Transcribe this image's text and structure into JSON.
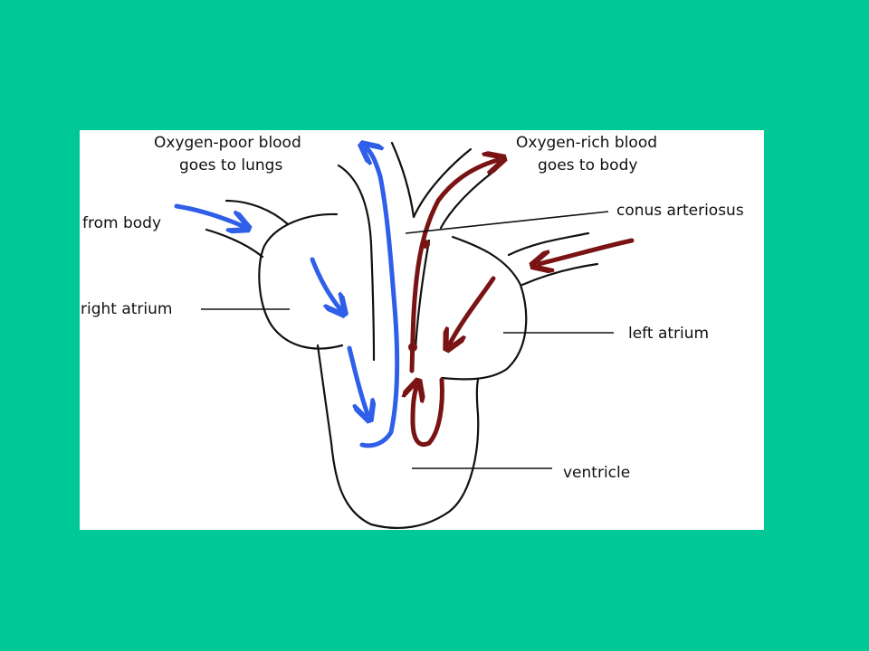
{
  "colors": {
    "background": "#00c896",
    "panel": "#ffffff",
    "oxygen_poor": "#2f5fe8",
    "oxygen_rich": "#7a1414",
    "outline": "#111111"
  },
  "labels": {
    "oxygen_poor_line1": "Oxygen-poor blood",
    "oxygen_poor_line2": "goes to lungs",
    "oxygen_rich_line1": "Oxygen-rich blood",
    "oxygen_rich_line2": "goes to body",
    "conus": "conus arteriosus",
    "from_body": "from body",
    "right_atrium": "right atrium",
    "left_atrium": "left atrium",
    "ventricle": "ventricle"
  }
}
